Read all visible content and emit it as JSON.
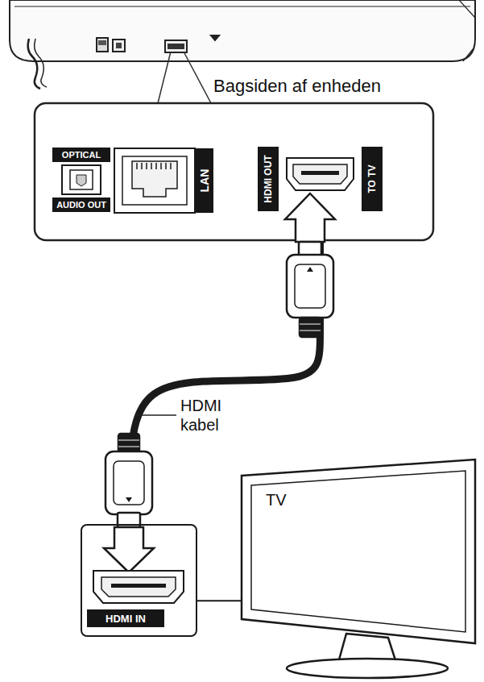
{
  "diagram": {
    "nodes": [
      {
        "text": [
          "OPTICAL",
          "AUDIO OUT"
        ]
      },
      {
        "text": [
          "LAN"
        ]
      },
      {
        "text": [
          "HDMI OUT",
          "TO TV"
        ]
      },
      {
        "text": [
          "TV"
        ]
      },
      {
        "text": [
          "HDMI IN"
        ]
      }
    ],
    "edges": [
      {
        "from": 2,
        "to": 4,
        "label": "HDMI kabel",
        "arrow": "none"
      },
      {
        "from": 4,
        "to": 3,
        "arrow": "none"
      }
    ],
    "labels": [
      "Bagsiden af enheden"
    ]
  }
}
